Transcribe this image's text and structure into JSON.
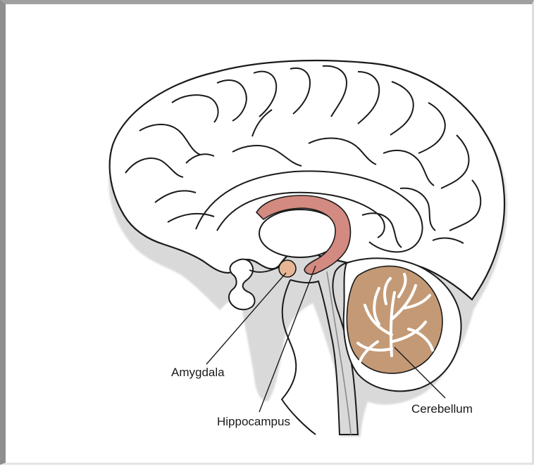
{
  "labels": {
    "amygdala": "Amygdala",
    "hippocampus": "Hippocampus",
    "cerebellum": "Cerebellum"
  },
  "colors": {
    "outline": "#1a1a1a",
    "hippocampus_fill": "#d38a80",
    "amygdala_fill": "#e7b596",
    "cerebellum_fill": "#c49a76",
    "brainstem_fill": "#ffffff"
  }
}
